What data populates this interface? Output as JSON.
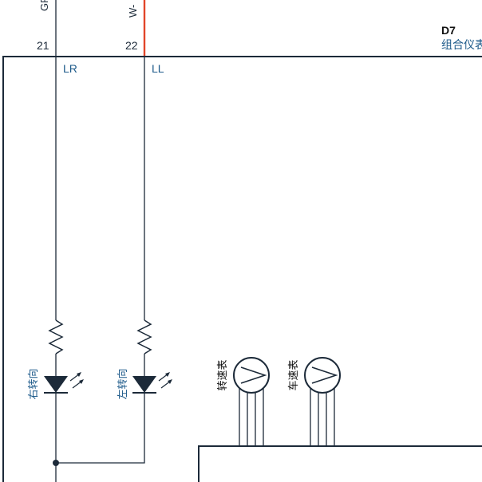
{
  "connector": {
    "id": "D7",
    "name_partial": "组合仪表",
    "pins": [
      {
        "number": "21",
        "signal": "LR",
        "wire_partial": "GR"
      },
      {
        "number": "22",
        "signal": "LL",
        "wire_partial": "W-"
      }
    ]
  },
  "components": {
    "right_turn_indicator": "右转向",
    "left_turn_indicator": "左转向",
    "tachometer": "转速表",
    "speedometer": "车速表"
  },
  "colors": {
    "line": "#1c2a39",
    "label": "#1d5a8a",
    "wire_highlight": "#e2462a",
    "text_dark": "#111111"
  }
}
